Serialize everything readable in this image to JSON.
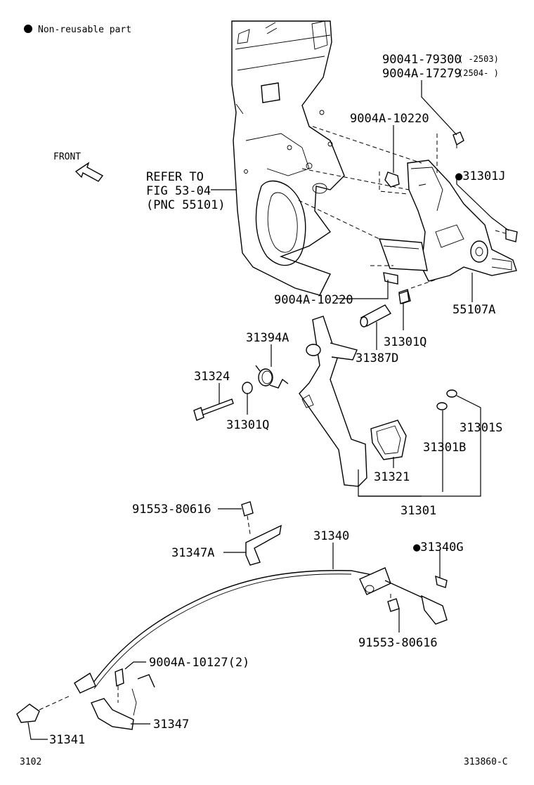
{
  "legend": {
    "symbol": "●",
    "text": "Non-reusable part"
  },
  "direction_label": "FRONT",
  "reference": {
    "line1": "REFER TO",
    "line2": "FIG 53-04",
    "line3": "(PNC 55101)"
  },
  "callouts": {
    "p90041_79300": "90041-79300",
    "p90041_79300_range": "(    -2503)",
    "p9004a_17279": "9004A-17279",
    "p9004a_17279_range": "(2504-    )",
    "p9004a_10220_top": "9004A-10220",
    "p31301j": "●31301J",
    "p9004a_10220_mid": "9004A-10220",
    "p55107a": "55107A",
    "p31394a": "31394A",
    "p31301q_right": "31301Q",
    "p31387d": "31387D",
    "p31324": "31324",
    "p31301q_left": "31301Q",
    "p31301s": "31301S",
    "p31301b": "31301B",
    "p31321": "31321",
    "p31301": "31301",
    "p91553_80616_top": "91553-80616",
    "p31347a": "31347A",
    "p31340": "31340",
    "p31340g": "●31340G",
    "p91553_80616_bottom": "91553-80616",
    "p9004a_10127": "9004A-10127(2)",
    "p31347": "31347",
    "p31341": "31341"
  },
  "footer": {
    "left_code": "3102",
    "right_code": "313860-C"
  }
}
